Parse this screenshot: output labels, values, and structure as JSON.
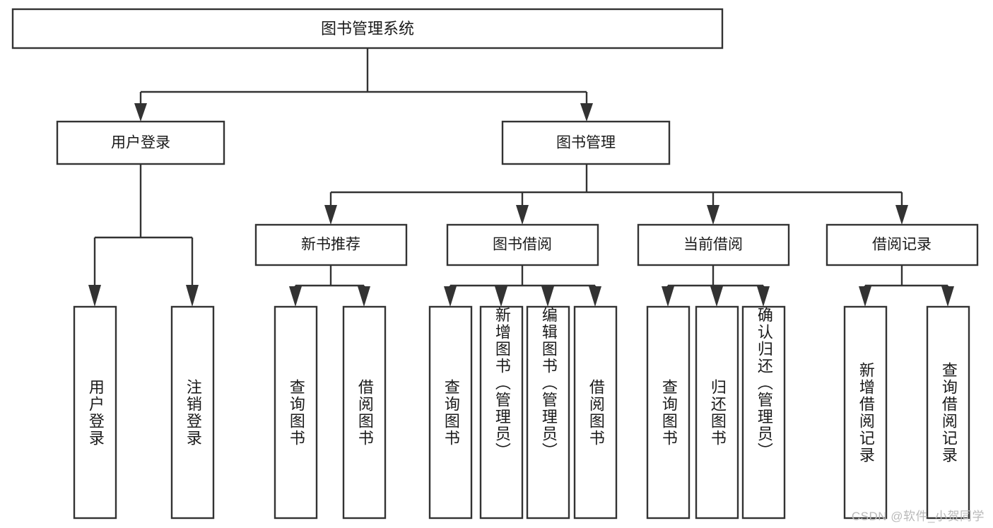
{
  "diagram": {
    "type": "tree-hierarchy",
    "title": "图书管理系统",
    "orientation": "top-down",
    "colors": {
      "box_stroke": "#333333",
      "box_fill": "#ffffff",
      "text": "#1a1a1a",
      "background": "#ffffff",
      "watermark": "#b9b9b9"
    },
    "root": {
      "label": "图书管理系统",
      "children": [
        {
          "label": "用户登录",
          "children": [
            {
              "label": "用户登录"
            },
            {
              "label": "注销登录"
            }
          ]
        },
        {
          "label": "图书管理",
          "children": [
            {
              "label": "新书推荐",
              "children": [
                {
                  "label": "查询图书"
                },
                {
                  "label": "借阅图书"
                }
              ]
            },
            {
              "label": "图书借阅",
              "children": [
                {
                  "label": "查询图书"
                },
                {
                  "label": "新增图书（管理员）"
                },
                {
                  "label": "编辑图书（管理员）"
                },
                {
                  "label": "借阅图书"
                }
              ]
            },
            {
              "label": "当前借阅",
              "children": [
                {
                  "label": "查询图书"
                },
                {
                  "label": "归还图书"
                },
                {
                  "label": "确认归还（管理员）"
                }
              ]
            },
            {
              "label": "借阅记录",
              "children": [
                {
                  "label": "新增借阅记录"
                },
                {
                  "label": "查询借阅记录"
                }
              ]
            }
          ]
        }
      ]
    }
  },
  "nodes": {
    "root": "图书管理系统",
    "user_login": "用户登录",
    "book_mgmt": "图书管理",
    "new_book_rec": "新书推荐",
    "book_borrow": "图书借阅",
    "current_borrow": "当前借阅",
    "borrow_record": "借阅记录",
    "leaf_user_login": "用户登录",
    "leaf_logout": "注销登录",
    "leaf_query_book_1": "查询图书",
    "leaf_borrow_book_1": "借阅图书",
    "leaf_query_book_2": "查询图书",
    "leaf_add_book": "新增图书（管理员）",
    "leaf_edit_book": "编辑图书（管理员）",
    "leaf_borrow_book_2": "借阅图书",
    "leaf_query_book_3": "查询图书",
    "leaf_return_book": "归还图书",
    "leaf_confirm_return": "确认归还（管理员）",
    "leaf_add_record": "新增借阅记录",
    "leaf_query_record": "查询借阅记录"
  },
  "watermark": {
    "text": "CSDN @软件_小贺同学"
  }
}
